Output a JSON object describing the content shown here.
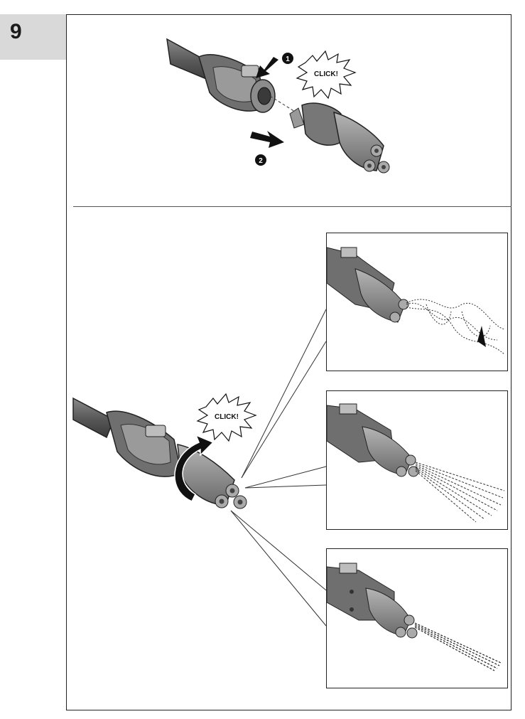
{
  "step": {
    "number": "9"
  },
  "top_illustration": {
    "click_label": "CLICK!",
    "markers": [
      "1",
      "2"
    ]
  },
  "bottom_illustration": {
    "click_label": "CLICK!"
  },
  "spray_modes": [
    {
      "icon": "spray-rotating-icon"
    },
    {
      "icon": "spray-fan-icon"
    },
    {
      "icon": "spray-jet-icon"
    }
  ]
}
